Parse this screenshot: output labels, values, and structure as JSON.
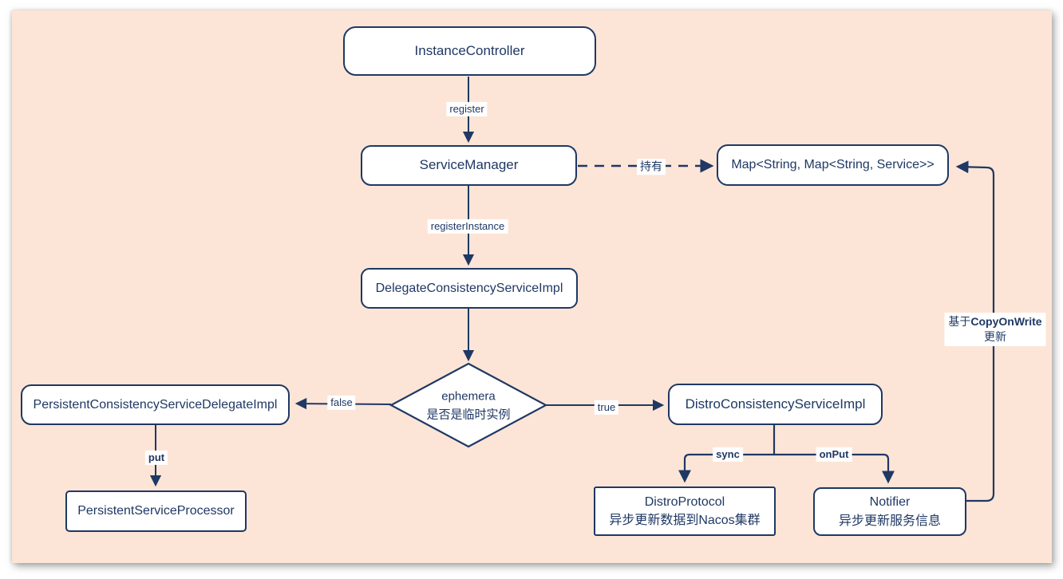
{
  "diagram": {
    "colors": {
      "board_background": "#fce5d6",
      "stroke": "#1f3864",
      "node_fill": "#ffffff",
      "text": "#1f3864"
    },
    "nodes": {
      "instance_controller": {
        "label": "InstanceController"
      },
      "service_manager": {
        "label": "ServiceManager"
      },
      "service_map": {
        "label": "Map<String, Map<String, Service>>"
      },
      "delegate_consistency": {
        "label": "DelegateConsistencyServiceImpl"
      },
      "decision": {
        "line1": "ephemera",
        "line2": "是否是临时实例"
      },
      "persistent_delegate": {
        "label": "PersistentConsistencyServiceDelegateImpl"
      },
      "persistent_processor": {
        "label": "PersistentServiceProcessor"
      },
      "distro_consistency": {
        "label": "DistroConsistencyServiceImpl"
      },
      "distro_protocol": {
        "line1": "DistroProtocol",
        "line2": "异步更新数据到Nacos集群"
      },
      "notifier": {
        "line1": "Notifier",
        "line2": "异步更新服务信息"
      }
    },
    "edges": {
      "register": "register",
      "register_instance": "registerInstance",
      "holds": "持有",
      "branch_false": "false",
      "branch_true": "true",
      "put": "put",
      "sync": "sync",
      "on_put": "onPut",
      "copy_prefix": "基于",
      "copy_bold": "CopyOnWrite",
      "copy_line2": "更新"
    }
  }
}
